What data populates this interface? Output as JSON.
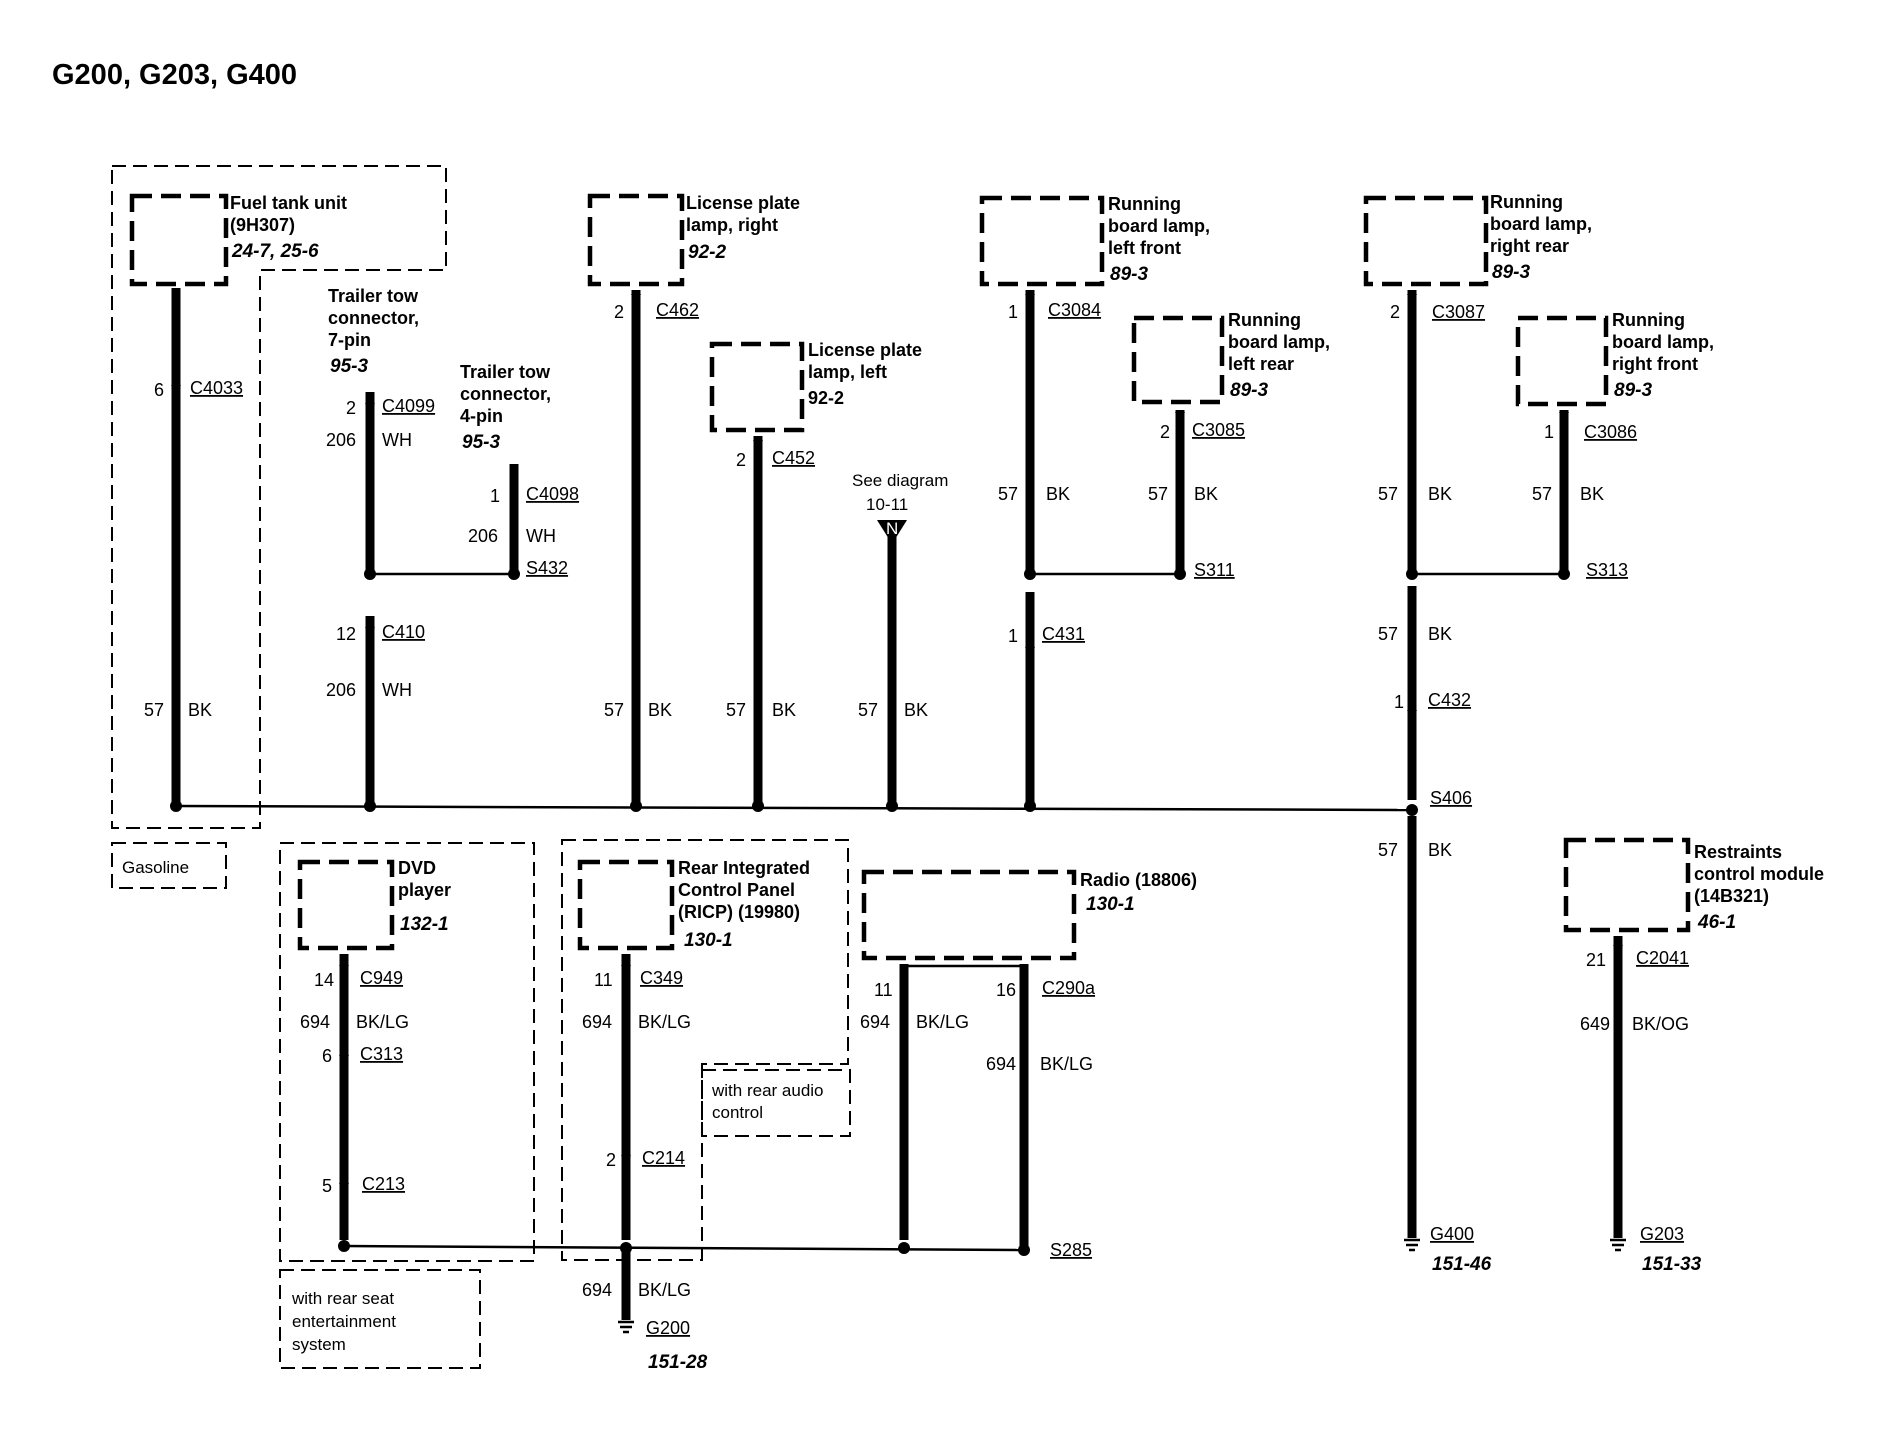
{
  "title": "G200, G203, G400",
  "options": {
    "gasoline": "Gasoline",
    "rear_seat_ent": [
      "with rear seat",
      "entertainment",
      "system"
    ],
    "rear_audio": [
      "with rear audio",
      "control"
    ]
  },
  "components": {
    "fuel_tank": {
      "lines": [
        "Fuel tank unit",
        "(9H307)"
      ],
      "ref": "24-7, 25-6"
    },
    "trailer7": {
      "lines": [
        "Trailer tow",
        "connector,",
        "7-pin"
      ],
      "ref": "95-3"
    },
    "trailer4": {
      "lines": [
        "Trailer tow",
        "connector,",
        "4-pin"
      ],
      "ref": "95-3"
    },
    "lic_right": {
      "lines": [
        "License plate",
        "lamp, right"
      ],
      "ref": "92-2"
    },
    "lic_left": {
      "lines": [
        "License plate",
        "lamp, left"
      ],
      "ref": "92-2"
    },
    "see_diagram": {
      "lines": [
        "See diagram",
        "10-11"
      ],
      "flag": "N"
    },
    "rbl_lf": {
      "lines": [
        "Running",
        "board lamp,",
        "left front"
      ],
      "ref": "89-3"
    },
    "rbl_lr": {
      "lines": [
        "Running",
        "board lamp,",
        "left rear"
      ],
      "ref": "89-3"
    },
    "rbl_rr": {
      "lines": [
        "Running",
        "board lamp,",
        "right rear"
      ],
      "ref": "89-3"
    },
    "rbl_rf": {
      "lines": [
        "Running",
        "board lamp,",
        "right front"
      ],
      "ref": "89-3"
    },
    "dvd": {
      "lines": [
        "DVD",
        "player"
      ],
      "ref": "132-1"
    },
    "ricp": {
      "lines": [
        "Rear Integrated",
        "Control Panel",
        "(RICP) (19980)"
      ],
      "ref": "130-1"
    },
    "radio": {
      "lines": [
        "Radio (18806)"
      ],
      "ref": "130-1"
    },
    "rcm": {
      "lines": [
        "Restraints",
        "control module",
        "(14B321)"
      ],
      "ref": "46-1"
    }
  },
  "circuits": {
    "fuel": {
      "pin": "6",
      "conn": "C4033",
      "circ": "57",
      "color": "BK"
    },
    "t7": {
      "pin": "2",
      "conn": "C4099",
      "circ": "206",
      "color": "WH",
      "pin2": "12",
      "conn2": "C410",
      "circ2": "206",
      "color2": "WH"
    },
    "t4": {
      "pin": "1",
      "conn": "C4098",
      "circ": "206",
      "color": "WH",
      "splice": "S432"
    },
    "licr": {
      "pin": "2",
      "conn": "C462",
      "circ": "57",
      "color": "BK"
    },
    "licl": {
      "pin": "2",
      "conn": "C452",
      "circ": "57",
      "color": "BK"
    },
    "see": {
      "circ": "57",
      "color": "BK"
    },
    "lf": {
      "pin": "1",
      "conn": "C3084",
      "circ": "57",
      "color": "BK",
      "pin2": "1",
      "conn2": "C431"
    },
    "lr": {
      "pin": "2",
      "conn": "C3085",
      "circ": "57",
      "color": "BK",
      "splice": "S311"
    },
    "rr": {
      "pin": "2",
      "conn": "C3087",
      "circ": "57",
      "color": "BK",
      "splice": "S313",
      "circ2": "57",
      "color2": "BK",
      "pin2": "1",
      "conn2": "C432",
      "splice2": "S406",
      "circ3": "57",
      "color3": "BK",
      "ground": "G400",
      "gref": "151-46"
    },
    "rf": {
      "pin": "1",
      "conn": "C3086",
      "circ": "57",
      "color": "BK"
    },
    "dvd": {
      "pin": "14",
      "conn": "C949",
      "circ": "694",
      "color": "BK/LG",
      "pin2": "6",
      "conn2": "C313",
      "pin3": "5",
      "conn3": "C213"
    },
    "ricp": {
      "pin": "11",
      "conn": "C349",
      "circ": "694",
      "color": "BK/LG",
      "pin2": "2",
      "conn2": "C214",
      "circ2": "694",
      "color2": "BK/LG",
      "ground": "G200",
      "gref": "151-28"
    },
    "radio_a": {
      "pin": "11",
      "circ": "694",
      "color": "BK/LG"
    },
    "radio_b": {
      "pin": "16",
      "conn": "C290a",
      "circ": "694",
      "color": "BK/LG",
      "splice": "S285"
    },
    "rcm": {
      "pin": "21",
      "conn": "C2041",
      "circ": "649",
      "color": "BK/OG",
      "ground": "G203",
      "gref": "151-33"
    }
  }
}
